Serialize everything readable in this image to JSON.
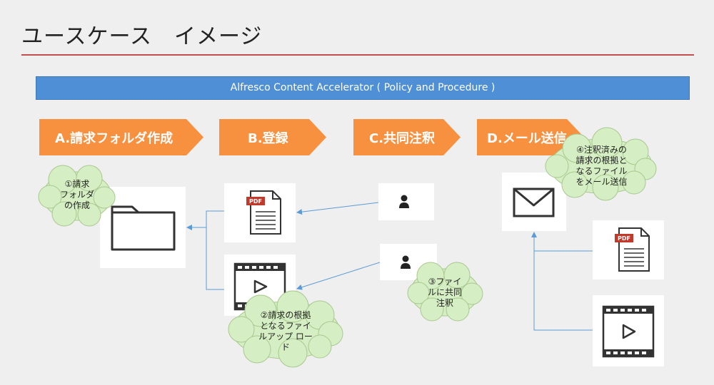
{
  "title": "ユースケース　イメージ",
  "banner": "Alfresco Content Accelerator ( Policy and Procedure )",
  "steps": [
    {
      "label": "A.請求フォルダ作成"
    },
    {
      "label": "B.登録"
    },
    {
      "label": "C.共同注釈"
    },
    {
      "label": "D.メール送信"
    }
  ],
  "bubbles": [
    {
      "text": "①請求\nフォルダ\nの作成"
    },
    {
      "text": "②請求の根拠\nとなるファイ\nルアップ ロー\nド"
    },
    {
      "text": "③ファイ\nルに共同\n注釈"
    },
    {
      "text": "④注釈済みの\n請求の根拠と\nなるファイル\nをメール送信"
    }
  ],
  "icon_labels": {
    "pdf": "PDF"
  },
  "colors": {
    "accent_rule": "#c0504d",
    "banner": "#4f8fd6",
    "step": "#f7903f",
    "bubble": "#d5eec3",
    "connector": "#5b9bd5"
  }
}
